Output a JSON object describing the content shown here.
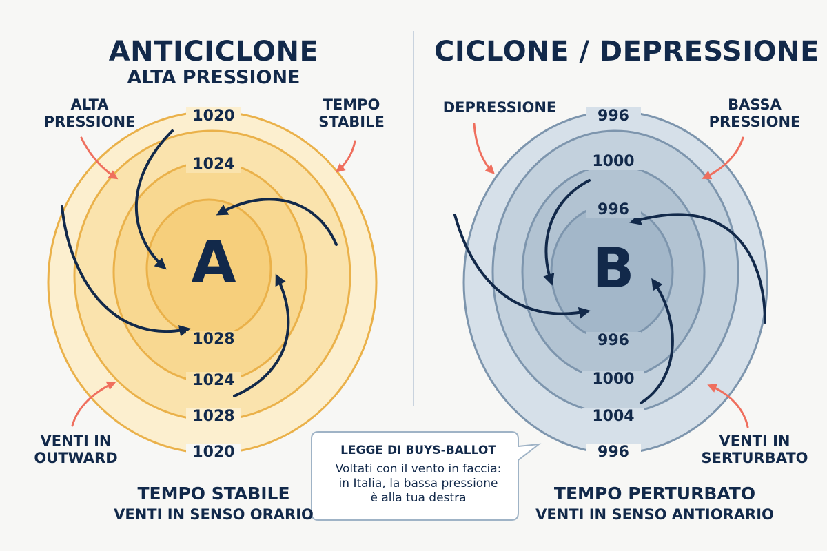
{
  "left": {
    "title": "ANTICICLONE",
    "subtitle": "ALTA PRESSIONE",
    "center_letter": "A",
    "labels": {
      "top_left": "ALTA\nPRESSIONE",
      "top_right": "TEMPO\nSTABILE",
      "bottom_left": "VENTI IN\nOUTWARD"
    },
    "isobars": [
      "1020",
      "1024",
      "1028",
      "1024",
      "1028",
      "1020"
    ],
    "footer_main": "TEMPO STABILE",
    "footer_sub": "VENTI IN SENSO ORARIO",
    "colors": {
      "outer": "#fbe7b6",
      "mid": "#f8d78f",
      "inner": "#f5c66a",
      "line": "#e8a93a"
    }
  },
  "right": {
    "title": "CICLONE / DEPRESSIONE",
    "center_letter": "B",
    "labels": {
      "top_left": "DEPRESSIONE",
      "top_right": "BASSA\nPRESSIONE",
      "bottom_right": "VENTI IN\nSERTURBATO"
    },
    "isobars": [
      "996",
      "1000",
      "996",
      "996",
      "1000",
      "1004",
      "996"
    ],
    "footer_main": "TEMPO PERTURBATO",
    "footer_sub": "VENTI IN SENSO ANTIORARIO",
    "colors": {
      "outer": "#d7e0e9",
      "mid": "#b9c8d6",
      "inner": "#9fb3c6",
      "line": "#7d95ad"
    }
  },
  "callout": {
    "title": "LEGGE DI BUYS-BALLOT",
    "body": "Voltati con il vento in faccia:\nin Italia, la bassa pressione\nè alla tua destra"
  },
  "colors": {
    "ink": "#12294a",
    "accent_arrow": "#ef6f5e",
    "divider": "#c9d3de"
  }
}
